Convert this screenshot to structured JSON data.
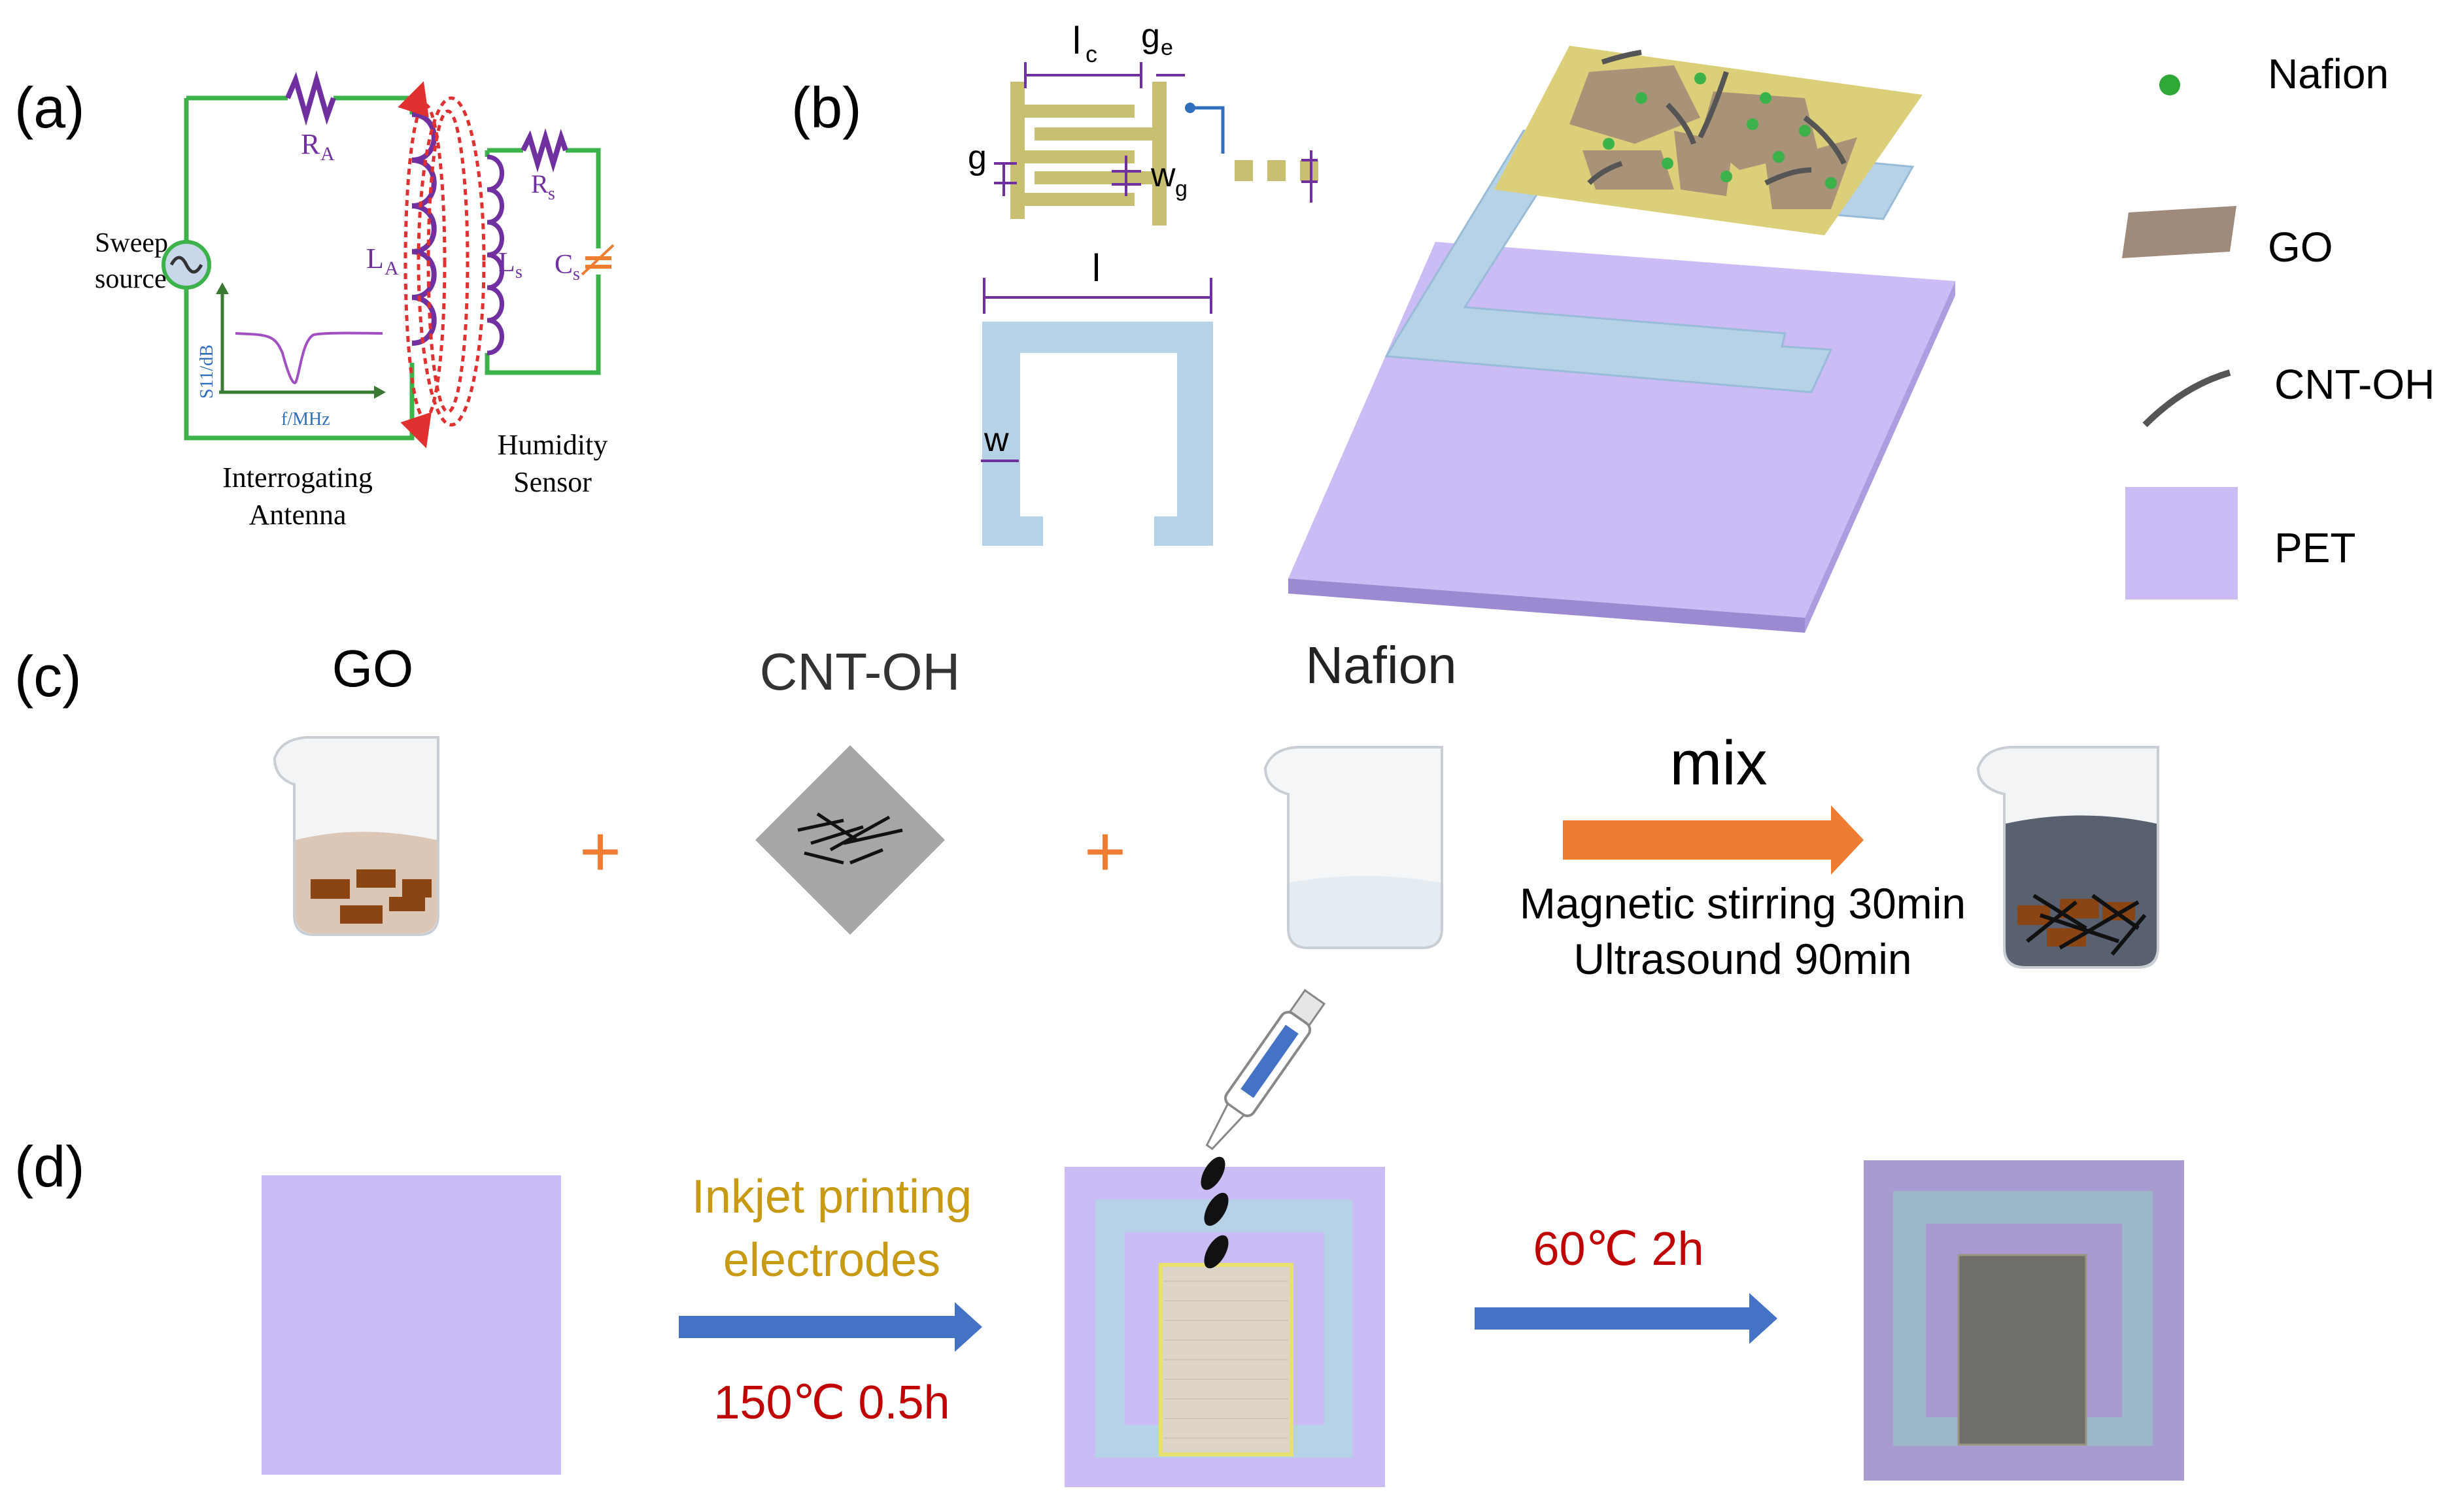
{
  "panels": {
    "a": {
      "label": "(a)",
      "resistor_A": "R",
      "resistor_A_sub": "A",
      "inductor_A": "L",
      "inductor_A_sub": "A",
      "resistor_s": "R",
      "resistor_s_sub": "s",
      "inductor_s": "L",
      "inductor_s_sub": "s",
      "capacitor_s": "C",
      "capacitor_s_sub": "s",
      "sweep_source_line1": "Sweep",
      "sweep_source_line2": "source",
      "plot_ylabel": "S11/dB",
      "plot_xlabel": "f/MHz",
      "antenna_line1": "Interrogating",
      "antenna_line2": "Antenna",
      "sensor_line1": "Humidity",
      "sensor_line2": "Sensor"
    },
    "b": {
      "label": "(b)",
      "dim_lc": "l",
      "dim_lc_sub": "c",
      "dim_ge": "g",
      "dim_ge_sub": "e",
      "dim_g": "g",
      "dim_wg": "w",
      "dim_wg_sub": "g",
      "dim_l": "l",
      "dim_w": "w"
    },
    "legend": {
      "nafion": "Nafion",
      "go": "GO",
      "cnt": "CNT-OH",
      "pet": "PET"
    },
    "c": {
      "label": "(c)",
      "go_title": "GO",
      "cnt_title": "CNT-OH",
      "nafion_title": "Nafion",
      "plus": "+",
      "mix_label": "mix",
      "step1": "Magnetic stirring 30min",
      "step2": "Ultrasound 90min"
    },
    "d": {
      "label": "(d)",
      "print_line1": "Inkjet printing",
      "print_line2": "electrodes",
      "cure": "150℃ 0.5h",
      "dry": "60℃ 2h"
    }
  },
  "colors": {
    "wire_green": "#3cb24a",
    "component_purple": "#7030a0",
    "signal_red": "#e03030",
    "electrode_gold": "#c8c070",
    "antenna_blue": "#b6d2e6",
    "pet_lavender": "#cbbcf5",
    "arrow_orange": "#ee7d32",
    "arrow_blue": "#4472c4",
    "text_gold": "#c79a12",
    "text_red": "#c00000",
    "go_brown": "#8b4513"
  }
}
